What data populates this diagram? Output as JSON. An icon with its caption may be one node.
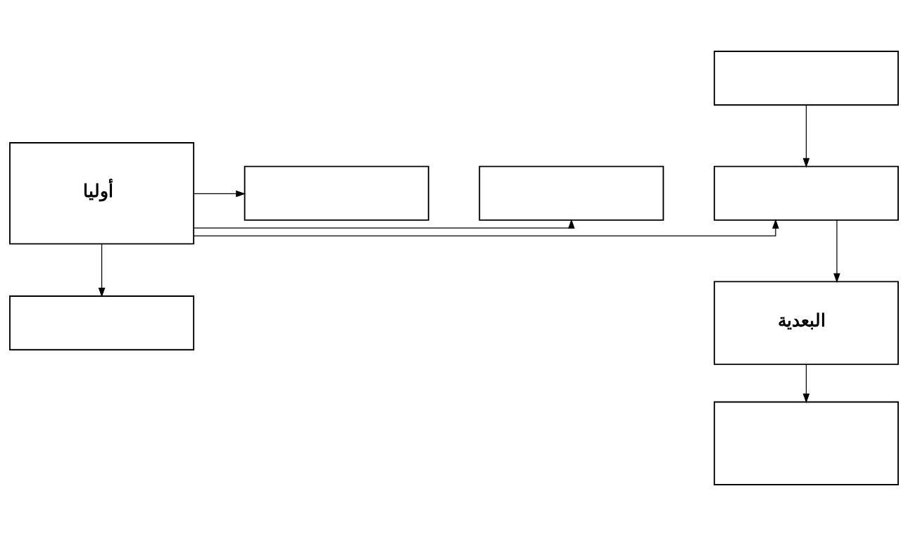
{
  "diagram": {
    "nodes": [
      {
        "text": [],
        "shape": "box"
      },
      {
        "text": [],
        "shape": "box"
      },
      {
        "text": [
          "البعدية"
        ]
      },
      {
        "text": [],
        "shape": "box"
      },
      {
        "text": [
          "أوليا"
        ]
      },
      {
        "text": [],
        "shape": "box"
      },
      {
        "text": [],
        "shape": "box"
      },
      {
        "text": [],
        "shape": "box"
      }
    ],
    "edges": [
      {
        "from": 0,
        "to": 1,
        "arrow": "to"
      },
      {
        "from": 1,
        "to": 2,
        "arrow": "to"
      },
      {
        "from": 2,
        "to": 3,
        "arrow": "to"
      },
      {
        "from": 4,
        "to": 1,
        "arrow": "to"
      },
      {
        "from": 4,
        "to": 5,
        "arrow": "to"
      },
      {
        "from": 4,
        "to": 6,
        "arrow": "to"
      },
      {
        "from": 4,
        "to": 7,
        "arrow": "to"
      }
    ]
  }
}
